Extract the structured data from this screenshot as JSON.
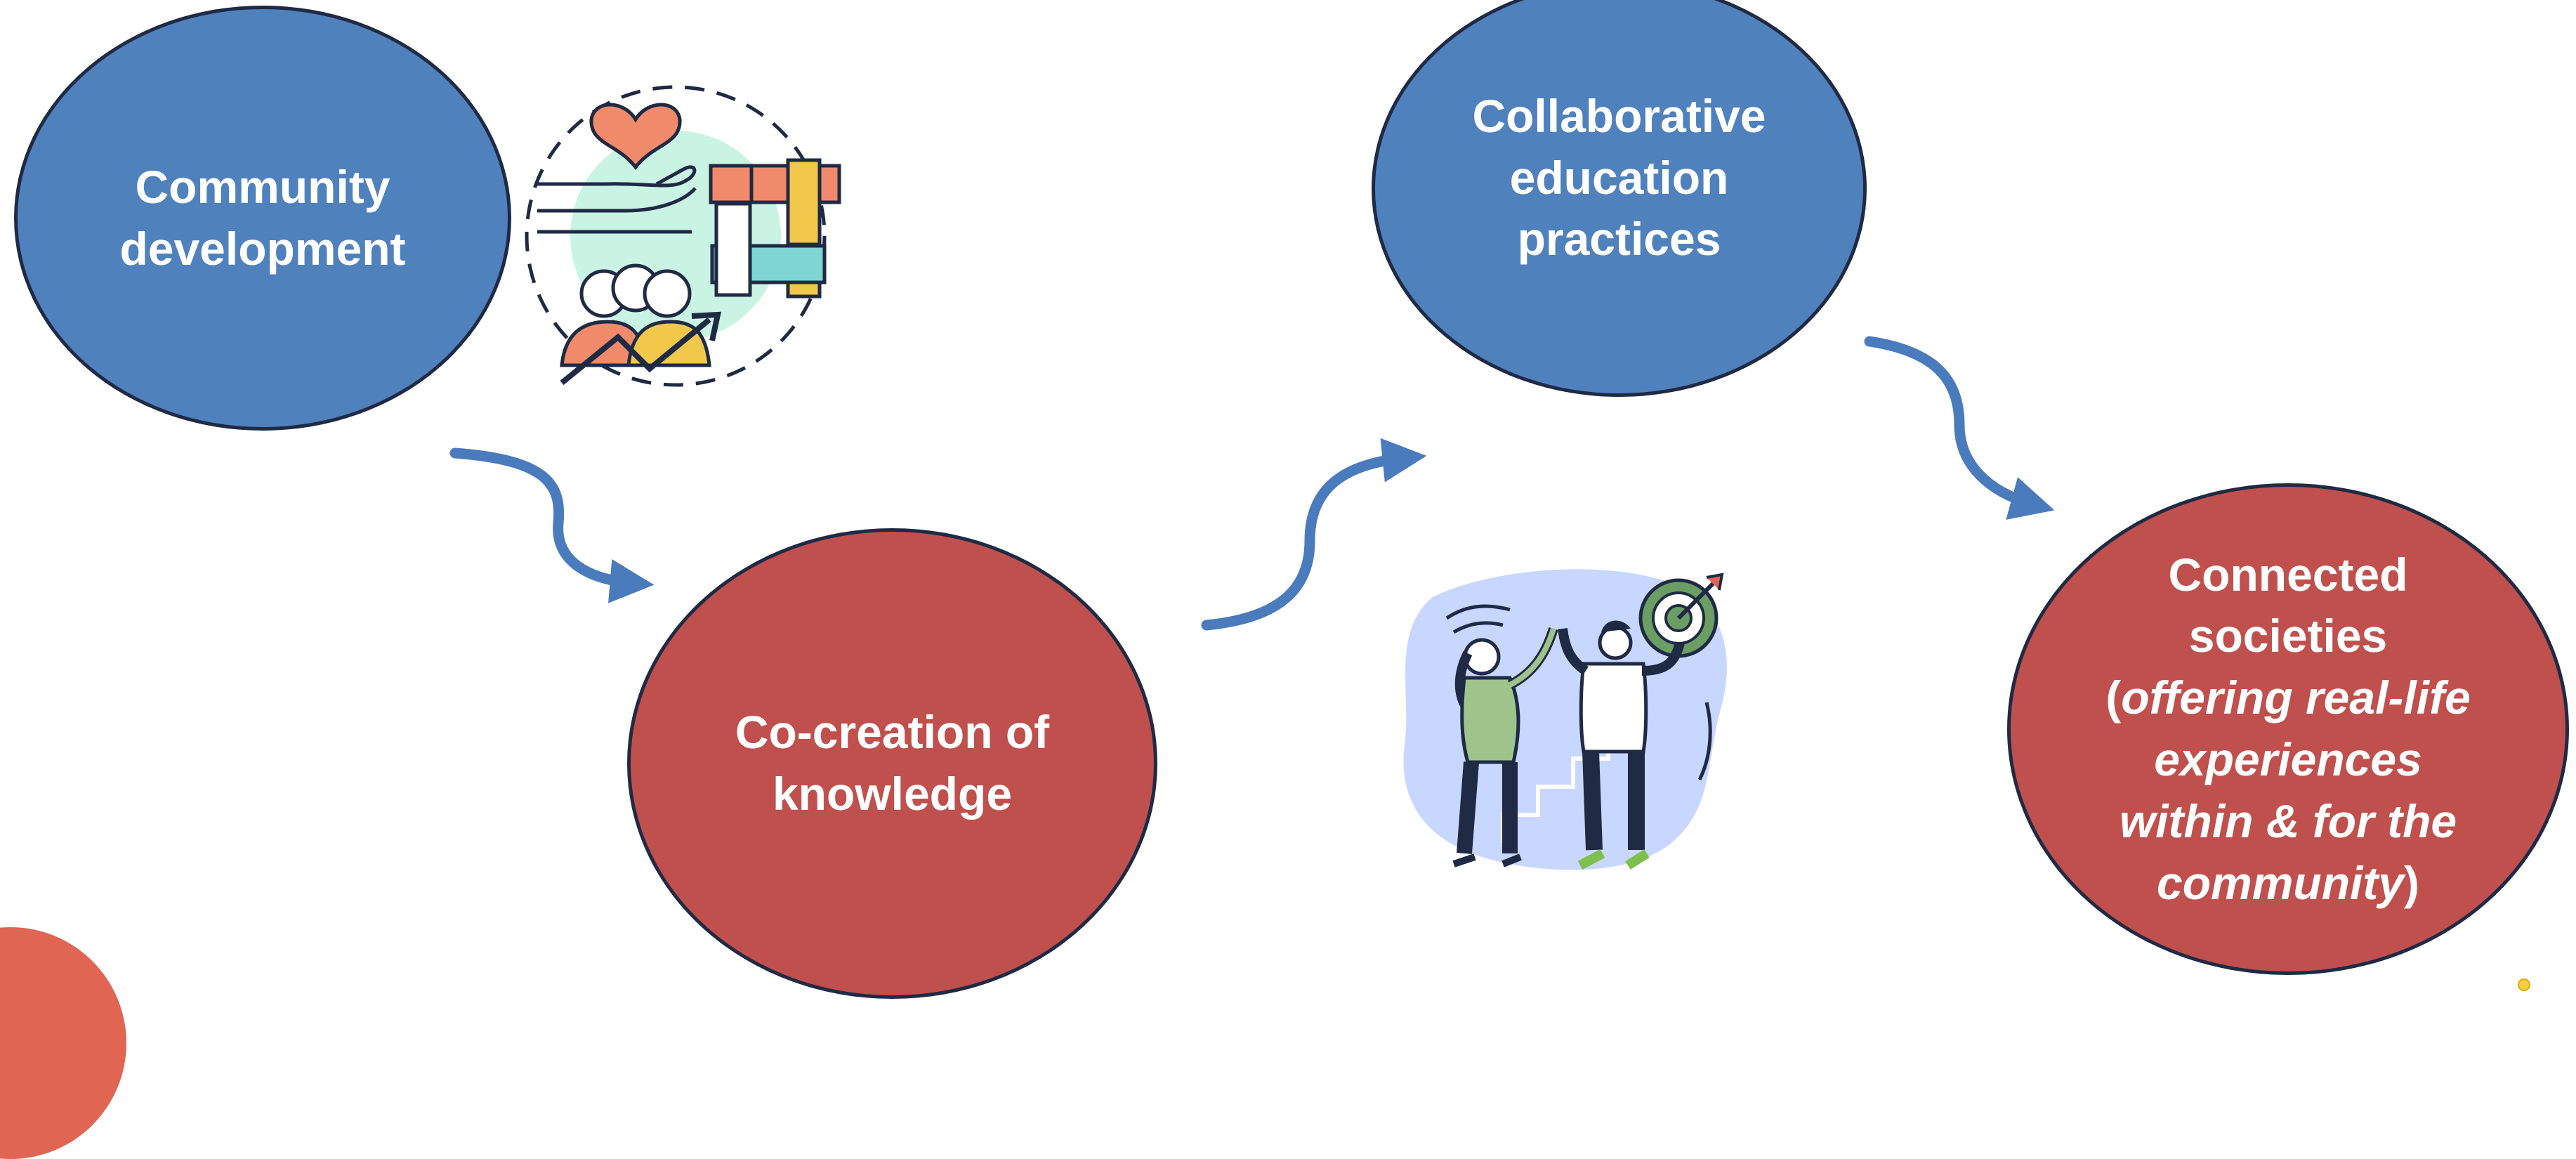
{
  "nodes": {
    "community": "Community development",
    "cocreation": "Co-creation of knowledge",
    "collaborative": "Collaborative education practices",
    "connected": {
      "lead": "Connected societies",
      "open_paren": "(",
      "italic": "offering real-life experiences within & for the community",
      "close_paren": ")"
    }
  },
  "colors": {
    "blue": "#4f81bd",
    "red": "#c0504d",
    "arrow": "#4a7bbd",
    "outline": "#1f2a44"
  },
  "icons": [
    "community-collaboration-icon",
    "teamwork-success-illustration"
  ]
}
